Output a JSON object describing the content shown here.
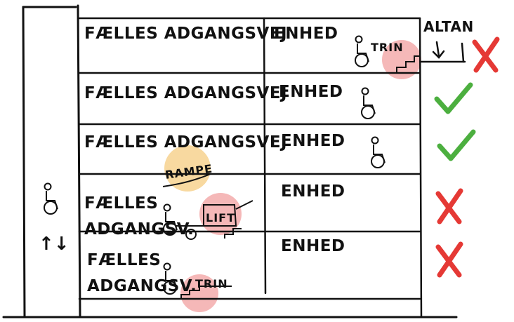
{
  "floors": [
    {
      "access_label": "FÆLLES ADGANGSVEJ",
      "unit_label": "ENHED",
      "status": "no",
      "feature": "TRIN"
    },
    {
      "access_label": "FÆLLES ADGANGSVEJ",
      "unit_label": "ENHED",
      "status": "yes",
      "feature": ""
    },
    {
      "access_label": "FÆLLES ADGANGSVEJ",
      "unit_label": "ENHED",
      "status": "yes",
      "feature": "RAMPE"
    },
    {
      "access_label_line1": "FÆLLES",
      "access_label_line2": "ADGANGSV.",
      "unit_label": "ENHED",
      "status": "no",
      "feature": "LIFT"
    },
    {
      "access_label_line1": "FÆLLES",
      "access_label_line2": "ADGANGSV.",
      "unit_label": "ENHED",
      "status": "no",
      "feature": "TRIN"
    }
  ],
  "altan_label": "ALTAN",
  "elevator_arrows": "↑↓",
  "icons": {
    "wheelchair": "wheelchair-icon",
    "check": "check-icon",
    "cross": "cross-icon",
    "stairs": "stairs-icon",
    "lift": "lift-icon"
  },
  "colors": {
    "check": "#4caf3f",
    "cross": "#e53935",
    "highlight_red": "#f5b8b8",
    "highlight_orange": "#f8d9a0",
    "ink": "#111111"
  }
}
